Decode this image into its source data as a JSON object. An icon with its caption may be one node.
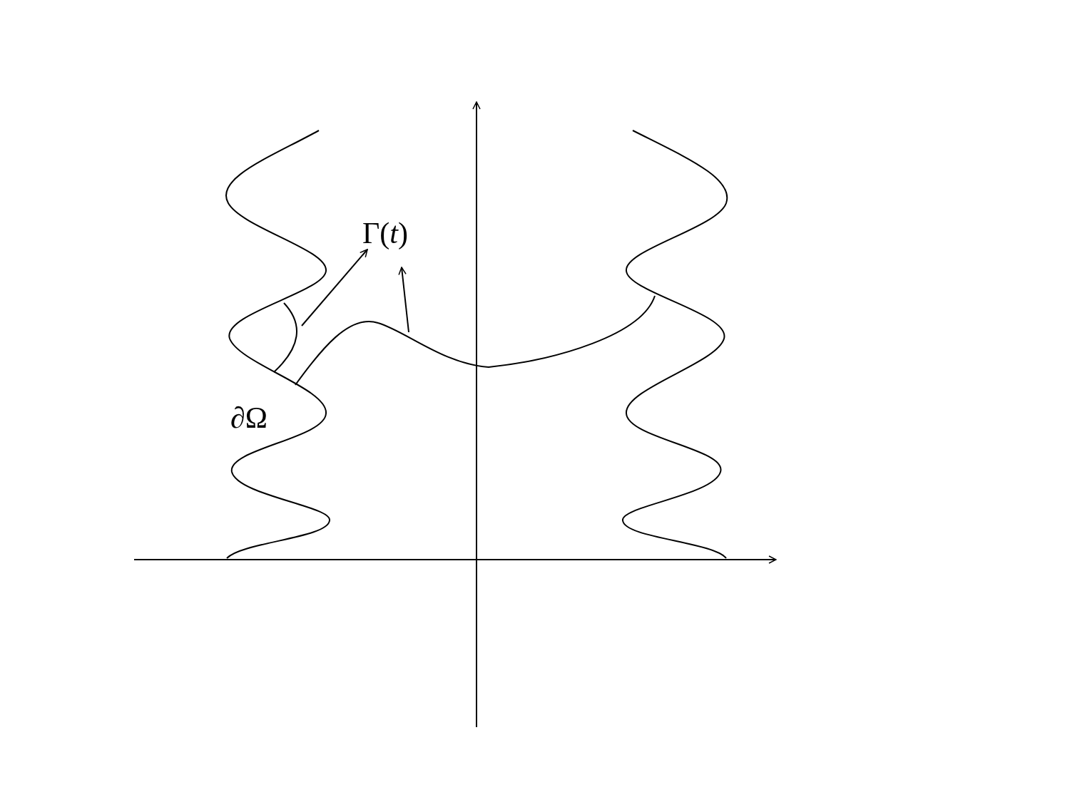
{
  "diagram": {
    "nodes": [
      {
        "text": [
          "Γ(*t*)"
        ]
      },
      {
        "text": [],
        "shape": "curve"
      },
      {
        "text": [],
        "shape": "curve"
      }
    ],
    "edges": [
      {
        "from": 1,
        "to": 0,
        "arrow": "to"
      },
      {
        "from": 2,
        "to": 0,
        "arrow": "to"
      }
    ],
    "labels": [
      "∂Ω"
    ]
  }
}
